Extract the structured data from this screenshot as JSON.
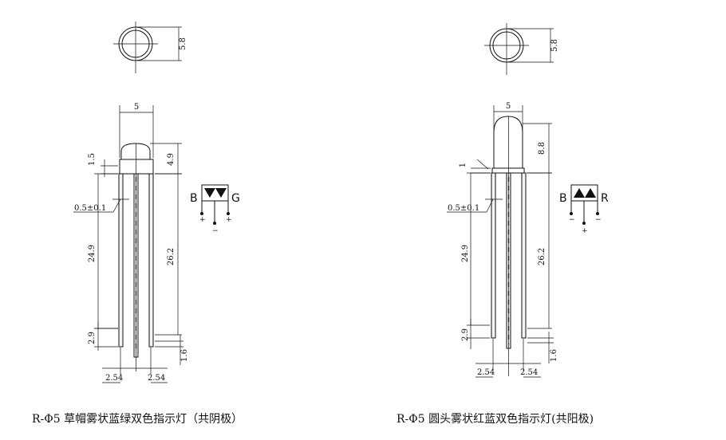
{
  "left": {
    "dims": {
      "top_dia": "5.8",
      "width": "5",
      "cap_height": "1.5",
      "body_height": "4.9",
      "lead_tol": "0.5±0.1",
      "lead_len": "24.9",
      "total_len": "26.2",
      "lower": "2.9",
      "short": "1.6",
      "pitch_left": "2.54",
      "pitch_right": "2.54"
    },
    "symbol": {
      "left_letter": "B",
      "right_letter": "G",
      "pin_left": "+",
      "pin_mid": "−",
      "pin_right": "+"
    },
    "caption": "R-Φ5 草帽雾状蓝绿双色指示灯（共阴极）"
  },
  "right": {
    "dims": {
      "top_dia": "5.8",
      "width": "5",
      "flange": "1",
      "body_height": "8.8",
      "lead_tol": "0.5±0.1",
      "lead_len": "24.9",
      "total_len": "26.2",
      "lower": "2.9",
      "short": "1.6",
      "pitch_left": "2.54",
      "pitch_right": "2.54"
    },
    "symbol": {
      "left_letter": "B",
      "right_letter": "R",
      "pin_left": "−",
      "pin_mid": "+",
      "pin_right": "−"
    },
    "caption": "R-Φ5 圆头雾状红蓝双色指示灯(共阳极)"
  }
}
